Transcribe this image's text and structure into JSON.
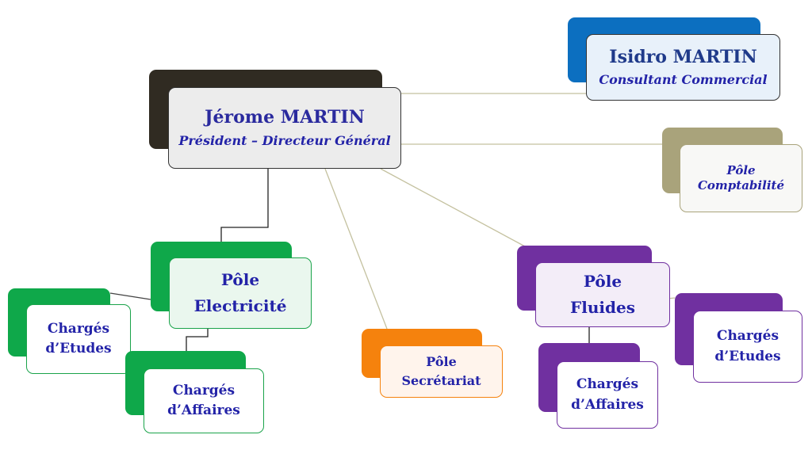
{
  "chart": {
    "ceo": {
      "name": "Jérome MARTIN",
      "title": "Président – Directeur Général"
    },
    "consultant": {
      "name": "Isidro MARTIN",
      "title": "Consultant Commercial"
    },
    "comptabilite": {
      "line1": "Pôle",
      "line2": "Comptabilité"
    },
    "electricite": {
      "line1": "Pôle",
      "line2": "Electricité",
      "etudes": {
        "line1": "Chargés",
        "line2": "d’Etudes"
      },
      "affaires": {
        "line1": "Chargés",
        "line2": "d’Affaires"
      }
    },
    "secretariat": {
      "line1": "Pôle",
      "line2": "Secrétariat"
    },
    "fluides": {
      "line1": "Pôle",
      "line2": "Fluides",
      "etudes": {
        "line1": "Chargés",
        "line2": "d’Etudes"
      },
      "affaires": {
        "line1": "Chargés",
        "line2": "d’Affaires"
      }
    }
  },
  "colors": {
    "ceo": "#302b22",
    "consultant": "#0c6fc0",
    "comptabilite": "#a9a37b",
    "electricite": "#0fa84a",
    "secretariat": "#f5820d",
    "fluides": "#7030a0",
    "text": "#2323a8"
  }
}
